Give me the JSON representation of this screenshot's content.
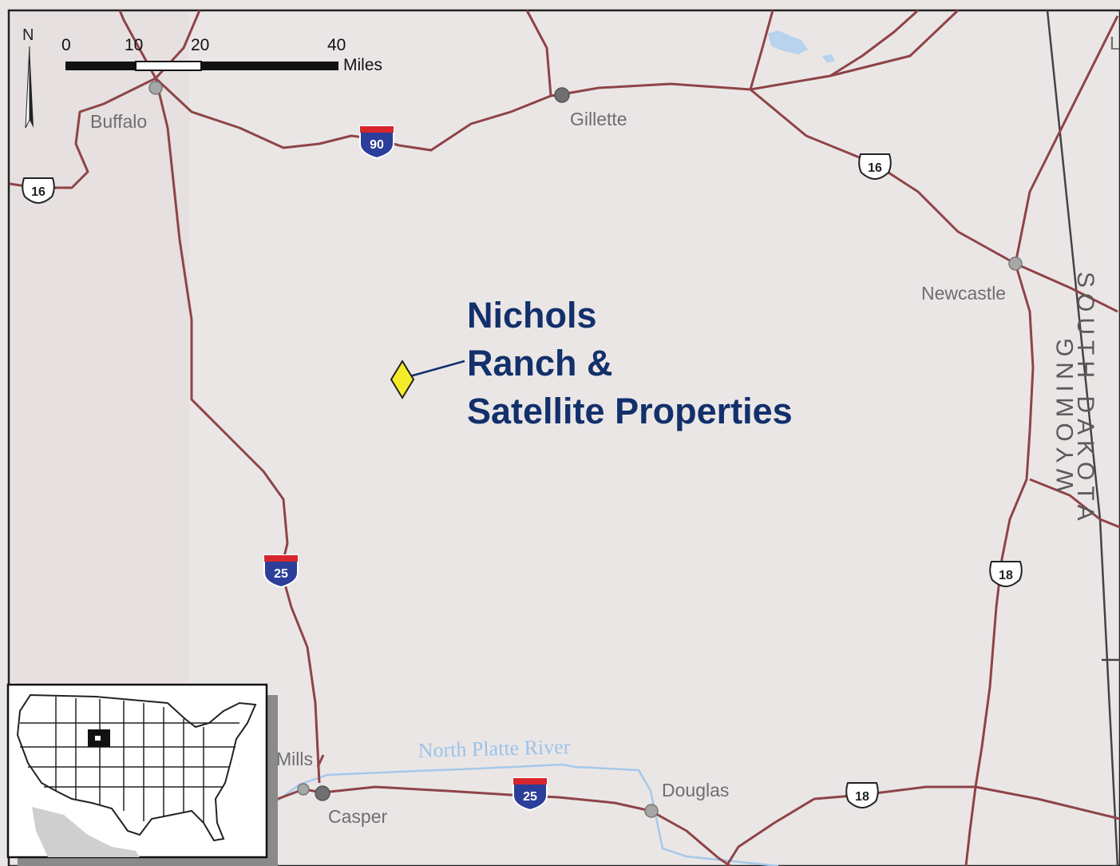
{
  "north_arrow": {
    "letter": "N"
  },
  "scale_bar": {
    "ticks": [
      "0",
      "10",
      "20",
      "40"
    ],
    "unit": "Miles"
  },
  "cities": {
    "buffalo": "Buffalo",
    "gillette": "Gillette",
    "newcastle": "Newcastle",
    "mills": "Mills",
    "casper": "Casper",
    "douglas": "Douglas"
  },
  "highways": {
    "i90": "90",
    "i25_north": "25",
    "i25_south": "25",
    "us16_west": "16",
    "us16_east": "16",
    "us18_east": "18",
    "us18_south": "18"
  },
  "river": {
    "name": "North Platte River"
  },
  "states": {
    "south_dakota": "SOUTH DAKOTA",
    "wyoming": "WYOMING",
    "edge_label": "L"
  },
  "project": {
    "line1": "Nichols",
    "line2": "Ranch &",
    "line3": "Satellite Properties"
  },
  "colors": {
    "background": "#ebe6e6",
    "road": "#8e4448",
    "river": "#9cc3e8",
    "label_blue": "#12306b",
    "marker_fill": "#f4ec2a",
    "city_dot": "#8c8c8c"
  }
}
